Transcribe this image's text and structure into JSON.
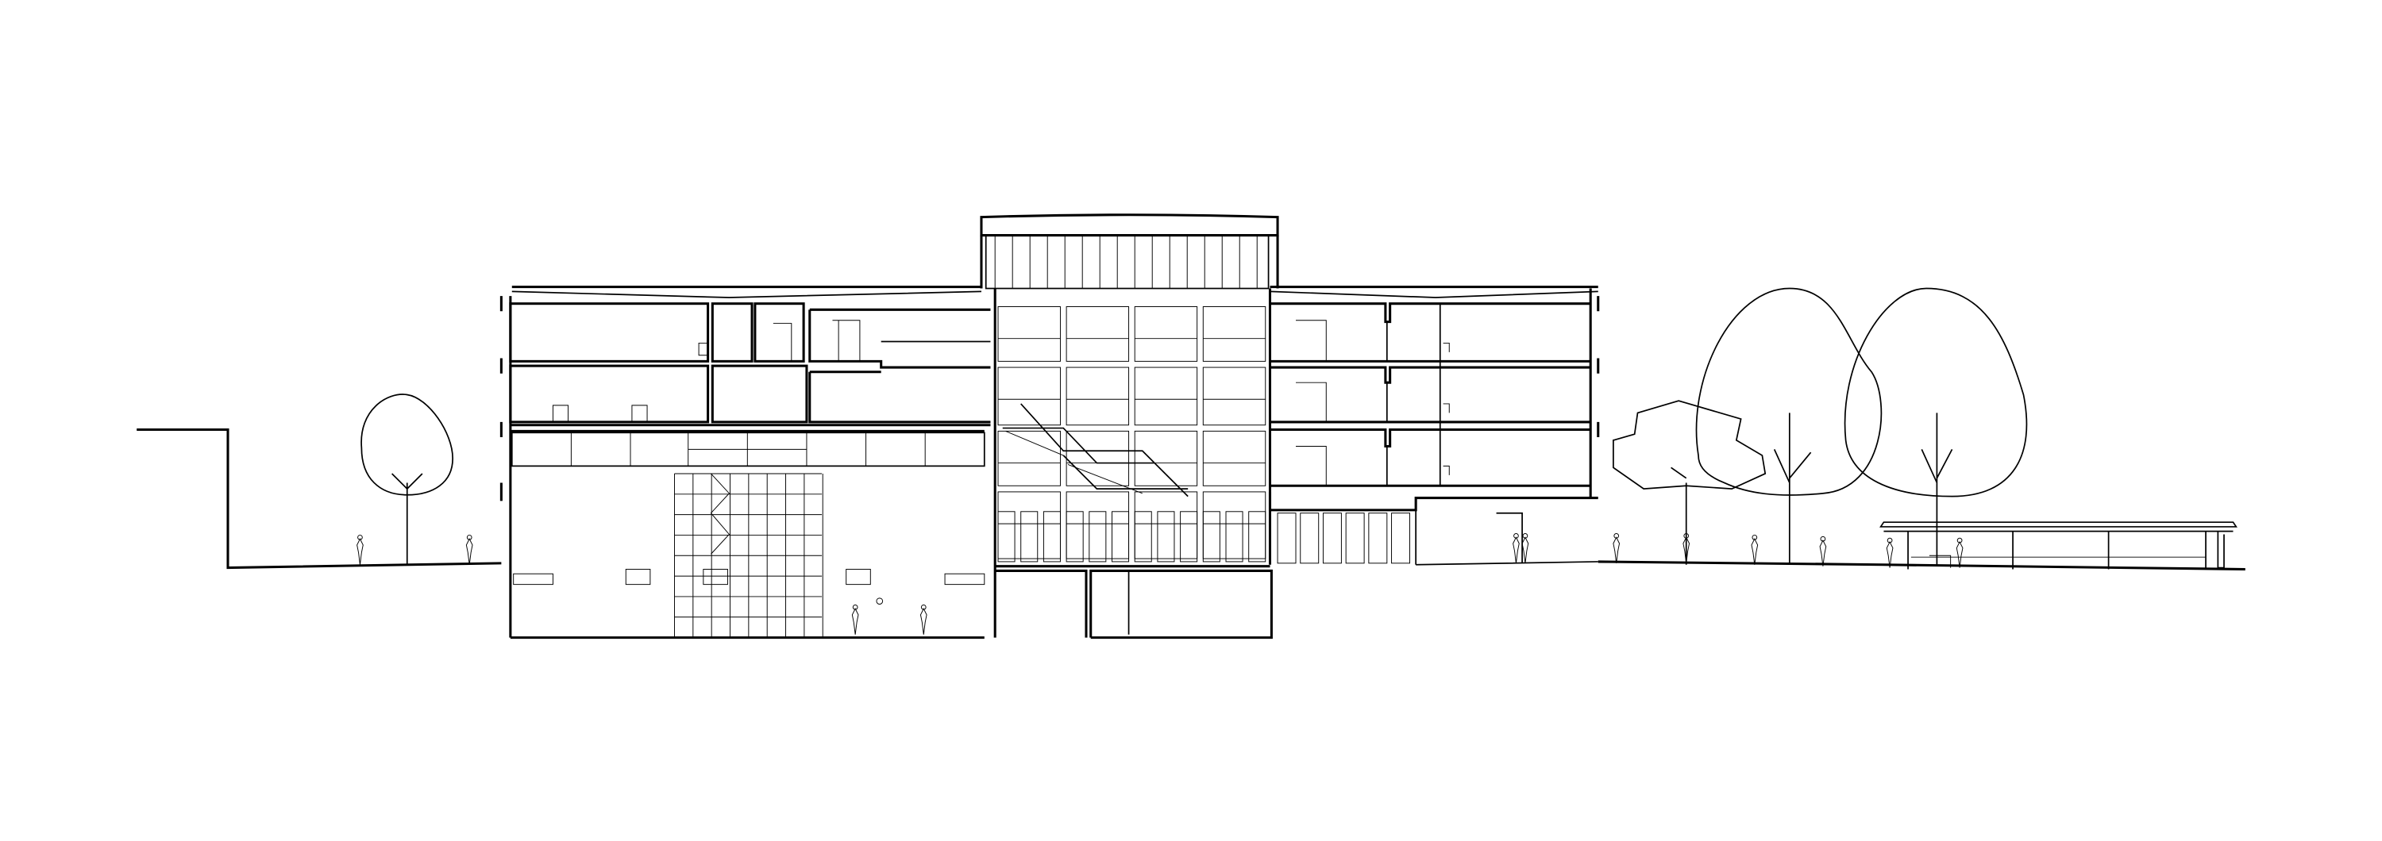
{
  "drawing": {
    "kind": "architectural building section",
    "colors": {
      "line": "#000000",
      "background": "#ffffff"
    },
    "elements": [
      "terrain",
      "sports-hall",
      "central-atrium-tower",
      "left-wing-floors",
      "right-wing-floors",
      "basement",
      "trees",
      "people",
      "pergola"
    ]
  }
}
